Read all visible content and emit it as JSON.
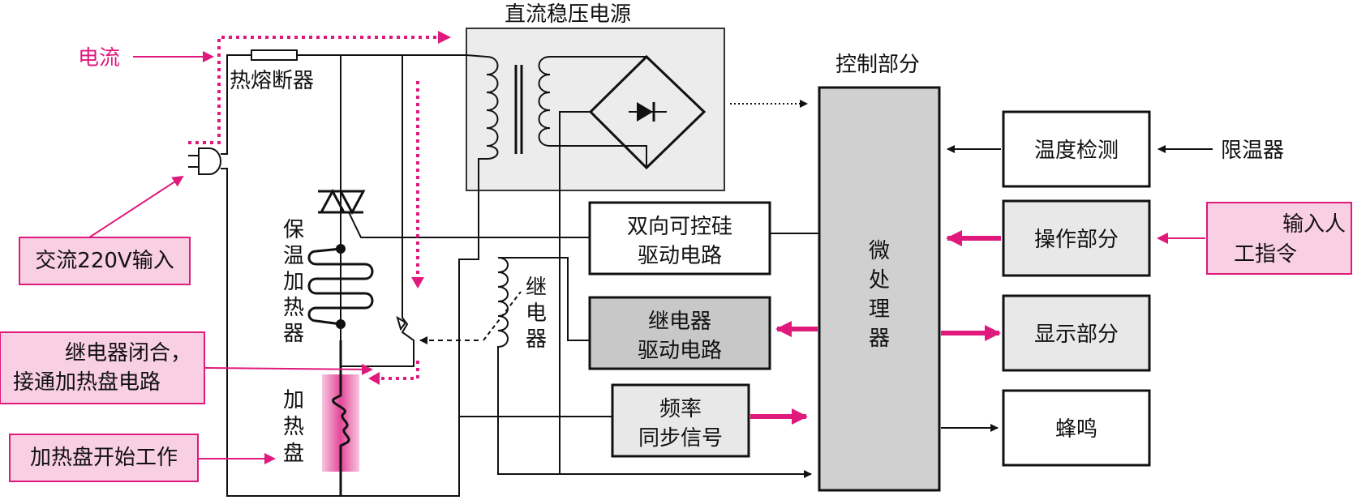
{
  "colors": {
    "accent_pink": "#e0197d",
    "callout_fill": "#f9cfe3",
    "block_gray": "#d0d0d0",
    "block_light": "#e8e8e8"
  },
  "blocks": {
    "dc_supply": "直流稳压电源",
    "control_section": "控制部分",
    "microprocessor": [
      "微",
      "处",
      "理",
      "器"
    ],
    "temperature_detect": "温度检测",
    "operation": "操作部分",
    "display": "显示部分",
    "buzzer": "蜂鸣",
    "triac_driver": [
      "双向可控硅",
      "驱动电路"
    ],
    "relay_driver": [
      "继电器",
      "驱动电路"
    ],
    "freq_sync": [
      "频率",
      "同步信号"
    ]
  },
  "components": {
    "thermal_fuse": "热熔断器",
    "warming_heater": [
      "保",
      "温",
      "加",
      "热",
      "器"
    ],
    "heating_plate": [
      "加",
      "热",
      "盘"
    ],
    "relay": [
      "继",
      "电",
      "器"
    ],
    "thermostat": "限温器"
  },
  "callouts": {
    "current": "电流",
    "ac_input": "交流220V输入",
    "relay_closed": [
      "继电器闭合，",
      "接通加热盘电路"
    ],
    "heating_start": "加热盘开始工作",
    "manual_input": [
      "输入人",
      "工指令"
    ]
  }
}
